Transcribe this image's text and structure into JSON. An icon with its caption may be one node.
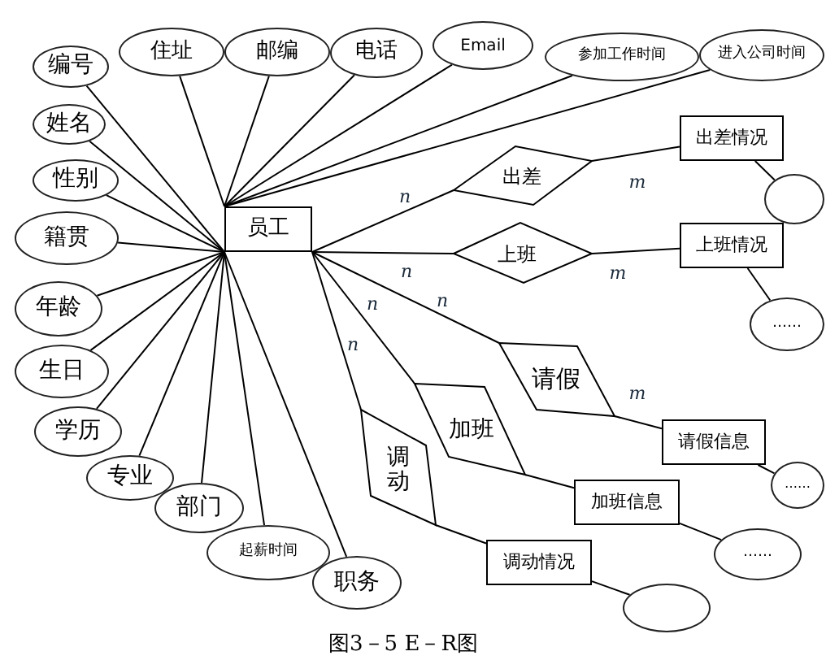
{
  "diagram": {
    "caption": "图3－5 E－R图",
    "nodes": [
      {
        "text": [
          "员工"
        ]
      },
      {
        "text": [
          "编号"
        ]
      },
      {
        "text": [
          "姓名"
        ]
      },
      {
        "text": [
          "性别"
        ]
      },
      {
        "text": [
          "籍贯"
        ]
      },
      {
        "text": [
          "年龄"
        ]
      },
      {
        "text": [
          "生日"
        ]
      },
      {
        "text": [
          "学历"
        ]
      },
      {
        "text": [
          "专业"
        ]
      },
      {
        "text": [
          "部门"
        ]
      },
      {
        "text": [
          "起薪时间"
        ]
      },
      {
        "text": [
          "职务"
        ]
      },
      {
        "text": [
          "住址"
        ]
      },
      {
        "text": [
          "邮编"
        ]
      },
      {
        "text": [
          "电话"
        ]
      },
      {
        "text": [
          "Email"
        ]
      },
      {
        "text": [
          "参加工作时间"
        ]
      },
      {
        "text": [
          "进入公司时间"
        ]
      },
      {
        "text": [
          "出差"
        ]
      },
      {
        "text": [
          "出差情况"
        ]
      },
      {
        "text": [],
        "shape": "ellipse"
      },
      {
        "text": [
          "上班"
        ]
      },
      {
        "text": [
          "上班情况"
        ]
      },
      {
        "text": [
          "……"
        ]
      },
      {
        "text": [
          "请假"
        ]
      },
      {
        "text": [
          "请假信息"
        ]
      },
      {
        "text": [
          "……"
        ]
      },
      {
        "text": [
          "加班"
        ]
      },
      {
        "text": [
          "加班信息"
        ]
      },
      {
        "text": [
          "……"
        ]
      },
      {
        "text": [
          "调动"
        ]
      },
      {
        "text": [
          "调动情况"
        ]
      },
      {
        "text": [],
        "shape": "ellipse"
      }
    ],
    "edges": [
      {
        "from": 0,
        "to": 1,
        "arrow": "none"
      },
      {
        "from": 0,
        "to": 2,
        "arrow": "none"
      },
      {
        "from": 0,
        "to": 3,
        "arrow": "none"
      },
      {
        "from": 0,
        "to": 4,
        "arrow": "none"
      },
      {
        "from": 0,
        "to": 5,
        "arrow": "none"
      },
      {
        "from": 0,
        "to": 6,
        "arrow": "none"
      },
      {
        "from": 0,
        "to": 7,
        "arrow": "none"
      },
      {
        "from": 0,
        "to": 8,
        "arrow": "none"
      },
      {
        "from": 0,
        "to": 9,
        "arrow": "none"
      },
      {
        "from": 0,
        "to": 10,
        "arrow": "none"
      },
      {
        "from": 0,
        "to": 11,
        "arrow": "none"
      },
      {
        "from": 0,
        "to": 12,
        "arrow": "none"
      },
      {
        "from": 0,
        "to": 13,
        "arrow": "none"
      },
      {
        "from": 0,
        "to": 14,
        "arrow": "none"
      },
      {
        "from": 0,
        "to": 15,
        "arrow": "none"
      },
      {
        "from": 0,
        "to": 16,
        "arrow": "none"
      },
      {
        "from": 0,
        "to": 17,
        "arrow": "none"
      },
      {
        "from": 0,
        "to": 18,
        "arrow": "none",
        "label": "n"
      },
      {
        "from": 18,
        "to": 19,
        "arrow": "none",
        "label": "m"
      },
      {
        "from": 19,
        "to": 20,
        "arrow": "none"
      },
      {
        "from": 0,
        "to": 21,
        "arrow": "none",
        "label": "n"
      },
      {
        "from": 21,
        "to": 22,
        "arrow": "none",
        "label": "m"
      },
      {
        "from": 22,
        "to": 23,
        "arrow": "none"
      },
      {
        "from": 0,
        "to": 24,
        "arrow": "none",
        "label": "n"
      },
      {
        "from": 24,
        "to": 25,
        "arrow": "none",
        "label": "m"
      },
      {
        "from": 25,
        "to": 26,
        "arrow": "none"
      },
      {
        "from": 0,
        "to": 27,
        "arrow": "none",
        "label": "n"
      },
      {
        "from": 27,
        "to": 28,
        "arrow": "none"
      },
      {
        "from": 28,
        "to": 29,
        "arrow": "none"
      },
      {
        "from": 0,
        "to": 30,
        "arrow": "none",
        "label": "n"
      },
      {
        "from": 30,
        "to": 31,
        "arrow": "none"
      },
      {
        "from": 31,
        "to": 32,
        "arrow": "none"
      }
    ]
  }
}
